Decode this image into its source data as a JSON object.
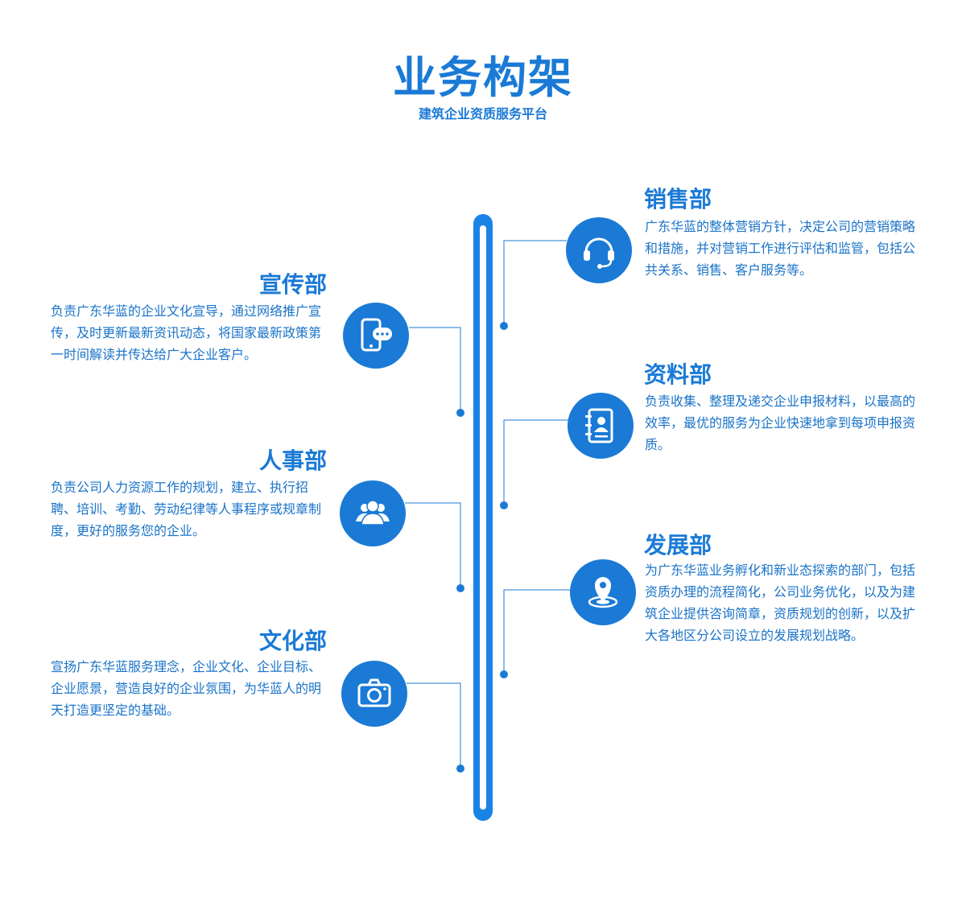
{
  "header": {
    "title": "业务构架",
    "subtitle": "建筑企业资质服务平台"
  },
  "colors": {
    "primary": "#1a7ad6",
    "spine": "#1a84e6",
    "text": "#1a73c8"
  },
  "departments": {
    "sales": {
      "title": "销售部",
      "desc": "广东华蓝的整体营销方针，决定公司的营销策略和措施，并对营销工作进行评估和监管，包括公共关系、销售、客户服务等。",
      "icon": "headset-icon"
    },
    "publicity": {
      "title": "宣传部",
      "desc": "负责广东华蓝的企业文化宣导，通过网络推广宣传，及时更新最新资讯动态，将国家最新政策第一时间解读并传达给广大企业客户。",
      "icon": "phone-chat-icon"
    },
    "materials": {
      "title": "资料部",
      "desc": "负责收集、整理及递交企业申报材料，以最高的效率，最优的服务为企业快速地拿到每项申报资质。",
      "icon": "address-book-icon"
    },
    "hr": {
      "title": "人事部",
      "desc": "负责公司人力资源工作的规划，建立、执行招聘、培训、考勤、劳动纪律等人事程序或规章制度，更好的服务您的企业。",
      "icon": "users-icon"
    },
    "development": {
      "title": "发展部",
      "desc": "为广东华蓝业务孵化和新业态探索的部门，包括资质办理的流程简化，公司业务优化，以及为建筑企业提供咨询简章，资质规划的创新，以及扩大各地区分公司设立的发展规划战略。",
      "icon": "location-pin-icon"
    },
    "culture": {
      "title": "文化部",
      "desc": "宣扬广东华蓝服务理念，企业文化、企业目标、企业愿景，营造良好的企业氛围，为华蓝人的明天打造更坚定的基础。",
      "icon": "camera-icon"
    }
  }
}
